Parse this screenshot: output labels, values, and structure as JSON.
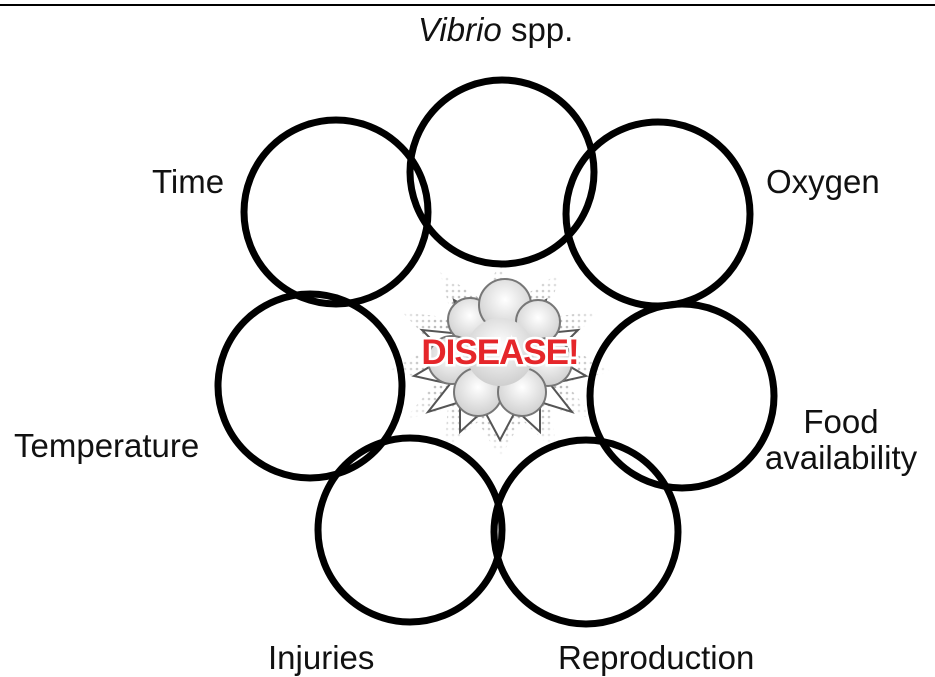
{
  "center_label": "DISEASE!",
  "factors": {
    "vibrio_genus": "Vibrio",
    "vibrio_suffix": " spp.",
    "time": "Time",
    "oxygen": "Oxygen",
    "temperature": "Temperature",
    "food_line1": "Food",
    "food_line2": "availability",
    "injuries": "Injuries",
    "reproduction": "Reproduction"
  },
  "colors": {
    "ring_stroke": "#000000",
    "burst_text": "#e5262a",
    "label_text": "#111111"
  }
}
